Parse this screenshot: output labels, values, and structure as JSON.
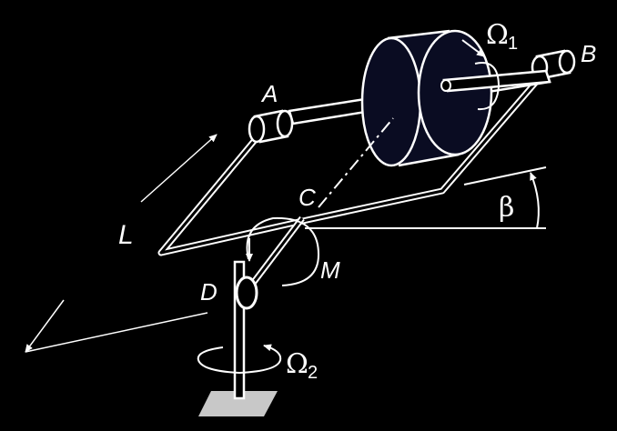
{
  "labels": {
    "point_a": "A",
    "point_b": "B",
    "point_c": "C",
    "point_d": "D",
    "length": "L",
    "moment": "M",
    "angle": "β",
    "omega1_symbol": "Ω",
    "omega1_subscript": "1",
    "omega2_symbol": "Ω",
    "omega2_subscript": "2"
  },
  "colors": {
    "background": "#000000",
    "stroke": "#ffffff",
    "disk_fill": "#0a0c22",
    "base_plate": "#c8c8c8"
  }
}
